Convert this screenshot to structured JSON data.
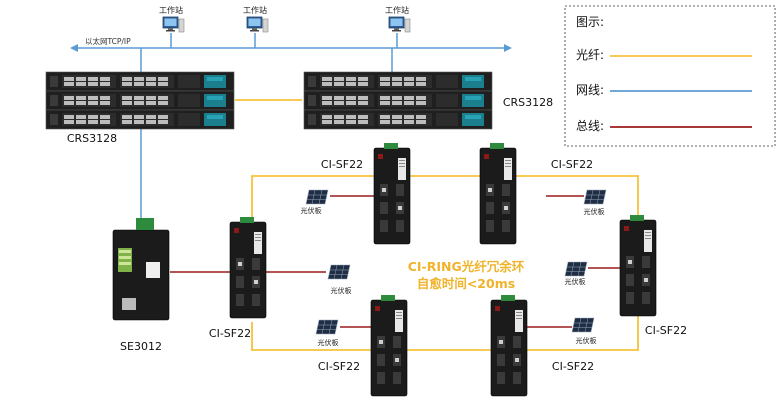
{
  "legend": {
    "title": "图示:",
    "items": [
      {
        "label": "光纤:",
        "color": "#F5C33B"
      },
      {
        "label": "网线:",
        "color": "#5B9BD5"
      },
      {
        "label": "总线:",
        "color": "#9B1C1C"
      }
    ]
  },
  "workstations": [
    {
      "label": "工作站"
    },
    {
      "label": "工作站"
    },
    {
      "label": "工作站"
    }
  ],
  "network_label": "以太网TCP/IP",
  "switches": [
    {
      "label": "CRS3128"
    },
    {
      "label": "CRS3128"
    }
  ],
  "gateway_label": "SE3012",
  "nodes": [
    {
      "label": "CI-SF22"
    },
    {
      "label": "CI-SF22"
    },
    {
      "label": "CI-SF22"
    },
    {
      "label": "CI-SF22"
    },
    {
      "label": "CI-SF22"
    },
    {
      "label": "CI-SF22"
    }
  ],
  "panel_label": "光伏板",
  "ring_title_line1": "CI-RING光纤冗余环",
  "ring_title_line2": "自愈时间<20ms",
  "colors": {
    "fiber": "#F5C33B",
    "ethernet": "#5B9BD5",
    "bus": "#9B1C1C",
    "ring_text": "#F0B32A",
    "device_dark": "#1B1B1B"
  }
}
